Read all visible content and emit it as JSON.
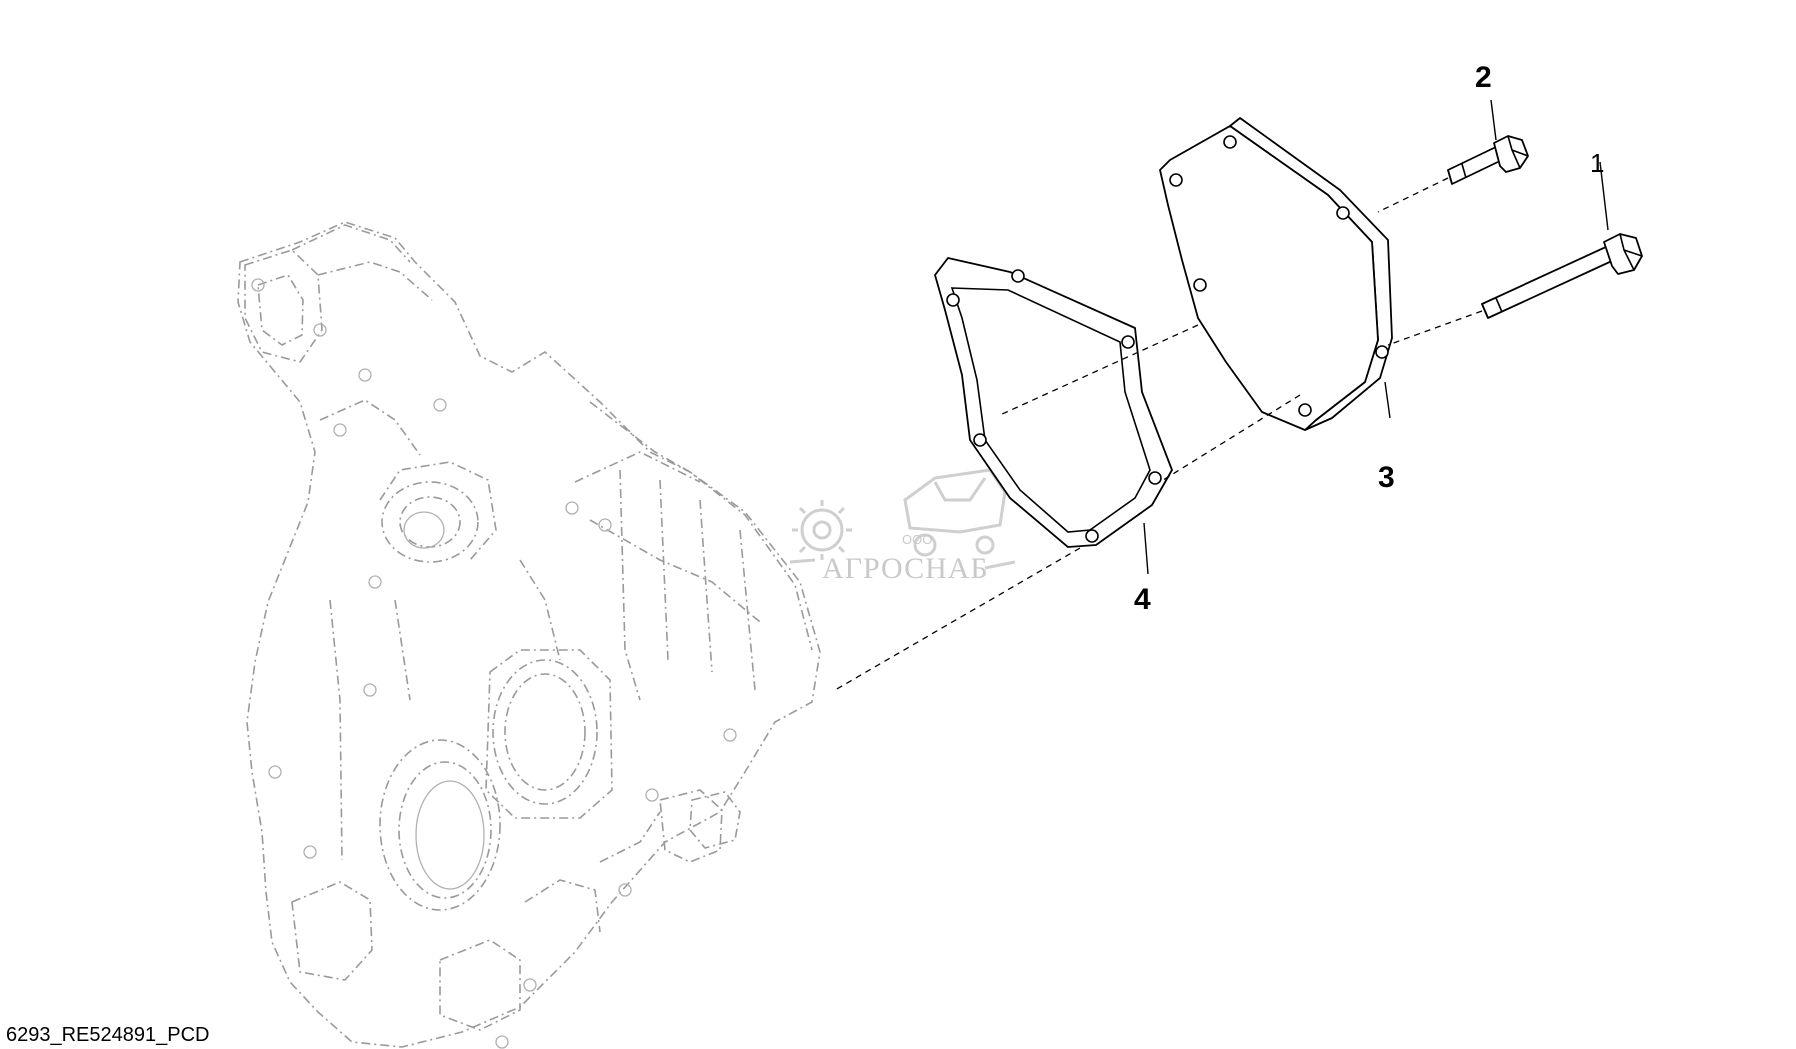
{
  "callouts": [
    {
      "id": "1",
      "label": "1"
    },
    {
      "id": "2",
      "label": "2"
    },
    {
      "id": "3",
      "label": "3"
    },
    {
      "id": "4",
      "label": "4"
    }
  ],
  "figure_code": "6293_RE524891_PCD",
  "watermark": {
    "brand": "АГРОСНАБ",
    "prefix": "ООО"
  }
}
